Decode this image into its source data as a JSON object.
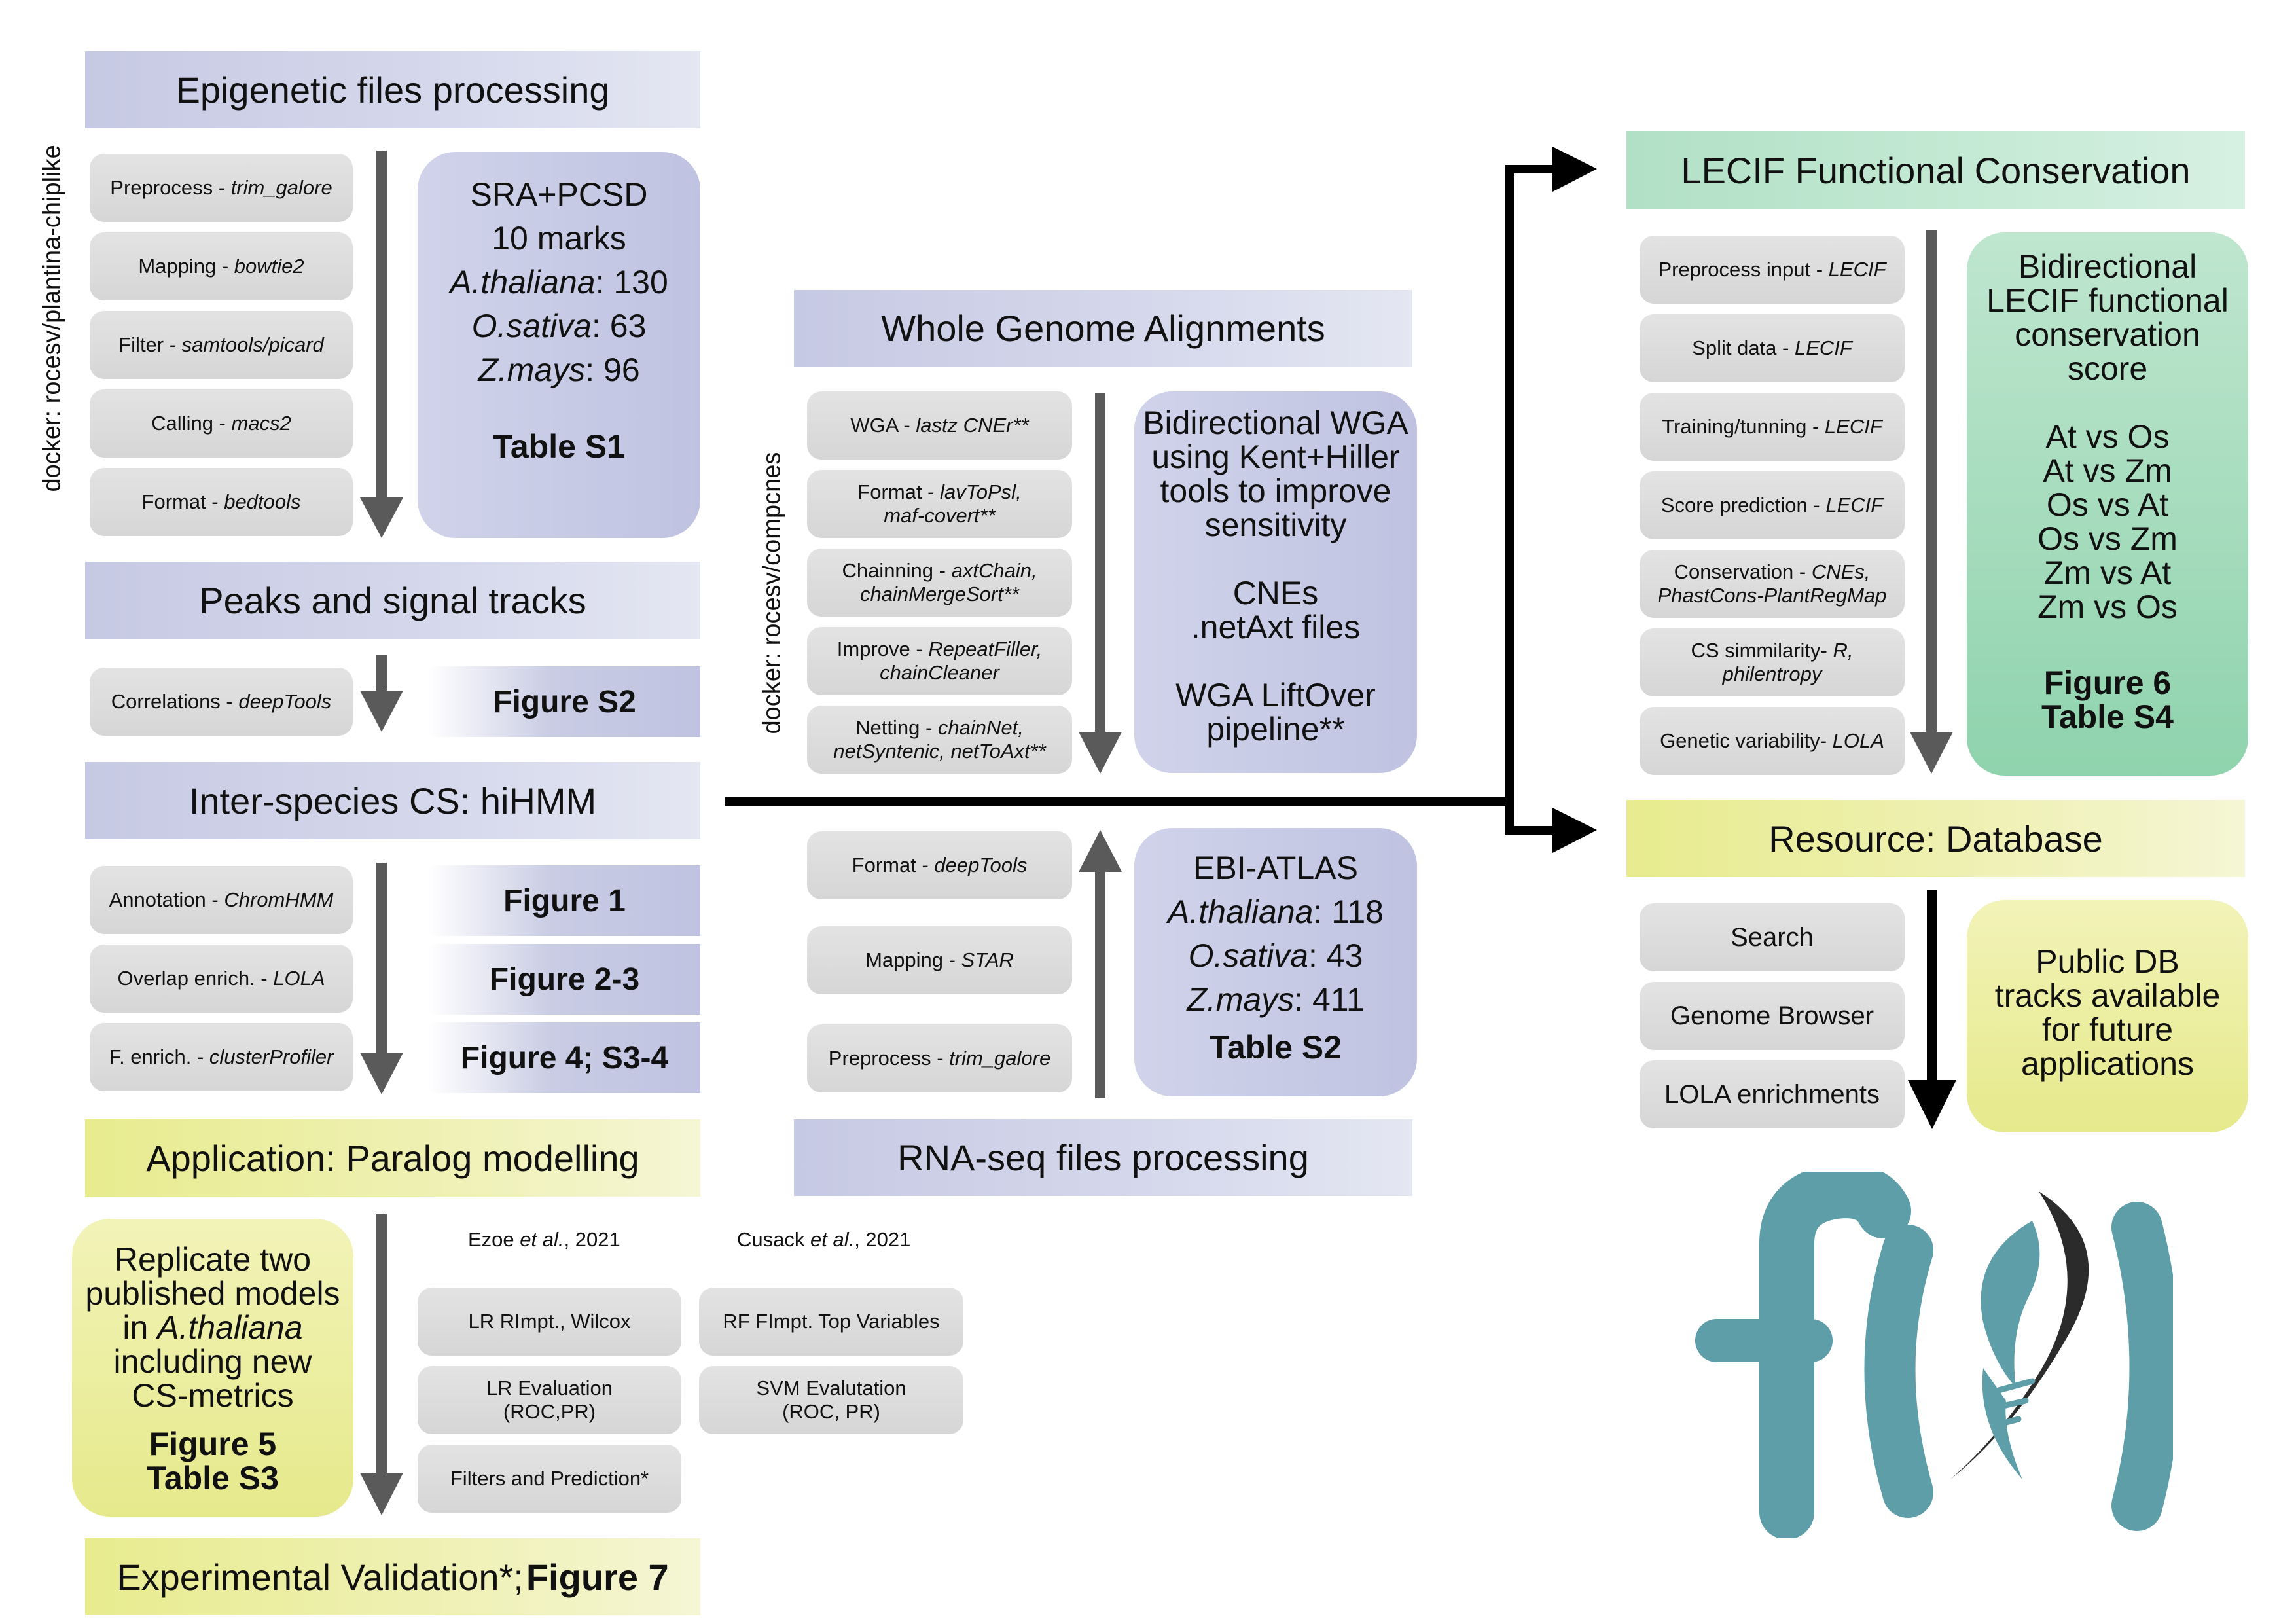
{
  "epigenetic": {
    "header": "Epigenetic files processing",
    "docker": "docker: rocesv/plantina-chiplike",
    "steps": [
      {
        "name": "Preprocess - ",
        "tool": "trim_galore"
      },
      {
        "name": "Mapping - ",
        "tool": "bowtie2"
      },
      {
        "name": "Filter - ",
        "tool": "samtools/picard"
      },
      {
        "name": "Calling - ",
        "tool": "macs2"
      },
      {
        "name": "Format - ",
        "tool": "bedtools"
      }
    ],
    "info": {
      "title": "SRA+PCSD",
      "marks": "10 marks",
      "species": [
        {
          "name": "A.thaliana",
          "count": ": 130"
        },
        {
          "name": "O.sativa",
          "count": ": 63"
        },
        {
          "name": "Z.mays",
          "count": ": 96"
        }
      ],
      "table": "Table S1"
    }
  },
  "peaks": {
    "header": "Peaks and signal tracks",
    "step": {
      "name": "Correlations - ",
      "tool": "deepTools"
    },
    "figure": "Figure S2"
  },
  "interspecies": {
    "header": "Inter-species CS: hiHMM",
    "steps": [
      {
        "name": "Annotation - ",
        "tool": "ChromHMM",
        "figure": "Figure 1"
      },
      {
        "name": "Overlap enrich. - ",
        "tool": "LOLA",
        "figure": "Figure 2-3"
      },
      {
        "name": "F. enrich. - ",
        "tool": "clusterProfiler",
        "figure": "Figure 4; S3-4"
      }
    ]
  },
  "paralog": {
    "header": "Application: Paralog modelling",
    "info": {
      "lines": [
        "Replicate two",
        "published models",
        "in ",
        "including new",
        "CS-metrics"
      ],
      "species": "A.thaliana",
      "figure": "Figure 5",
      "table": "Table S3"
    },
    "ezoe": {
      "author": "Ezoe ",
      "etal": "et al.",
      "year": ", 2021"
    },
    "cusack": {
      "author": "Cusack ",
      "etal": "et al.",
      "year": ", 2021"
    },
    "ezoe_steps": [
      "LR RImpt., Wilcox",
      "LR Evaluation\n(ROC,PR)",
      "Filters and Prediction*"
    ],
    "cusack_steps": [
      "RF FImpt. Top Variables",
      "SVM Evalutation\n(ROC, PR)"
    ]
  },
  "validation": {
    "header": "Experimental Validation*; ",
    "figure": "Figure 7"
  },
  "wga": {
    "header": "Whole Genome Alignments",
    "docker": "docker: rocesv/compcnes",
    "steps": [
      {
        "name": "WGA - ",
        "tool": "lastz CNEr**"
      },
      {
        "name": "Format - ",
        "tool": "lavToPsl,",
        "tool2": "maf-covert**"
      },
      {
        "name": "Chainning - ",
        "tool": "axtChain,",
        "tool2": "chainMergeSort**"
      },
      {
        "name": "Improve - ",
        "tool": "RepeatFiller,",
        "tool2": "chainCleaner"
      },
      {
        "name": "Netting - ",
        "tool": "chainNet,",
        "tool2": "netSyntenic, netToAxt**"
      }
    ],
    "info": [
      "Bidirectional WGA",
      "using Kent+Hiller",
      "tools to improve",
      "sensitivity",
      "",
      "CNEs",
      ".netAxt files",
      "",
      "WGA LiftOver",
      "pipeline**"
    ]
  },
  "rnaseq": {
    "header": "RNA-seq files processing",
    "steps": [
      {
        "name": "Format - ",
        "tool": "deepTools"
      },
      {
        "name": "Mapping - ",
        "tool": "STAR"
      },
      {
        "name": "Preprocess - ",
        "tool": "trim_galore"
      }
    ],
    "info": {
      "title": "EBI-ATLAS",
      "species": [
        {
          "name": "A.thaliana",
          "count": ": 118"
        },
        {
          "name": "O.sativa",
          "count": ": 43"
        },
        {
          "name": "Z.mays",
          "count": ": 411"
        }
      ],
      "table": "Table S2"
    }
  },
  "lecif": {
    "header": "LECIF Functional Conservation",
    "steps": [
      {
        "name": "Preprocess input - ",
        "tool": "LECIF"
      },
      {
        "name": "Split data - ",
        "tool": "LECIF"
      },
      {
        "name": "Training/tunning - ",
        "tool": "LECIF"
      },
      {
        "name": "Score prediction - ",
        "tool": "LECIF"
      },
      {
        "name": "Conservation - ",
        "tool": "CNEs,",
        "tool2": "PhastCons-PlantRegMap"
      },
      {
        "name": "CS simmilarity- ",
        "tool": "R,",
        "tool2": "philentropy"
      },
      {
        "name": "Genetic variability- ",
        "tool": "LOLA"
      }
    ],
    "info": [
      "Bidirectional",
      "LECIF functional",
      "conservation",
      "score",
      "",
      "At vs Os",
      "At vs Zm",
      "Os vs At",
      "Os vs Zm",
      "Zm vs At",
      "Zm vs Os"
    ],
    "figure": "Figure 6",
    "table": "Table S4"
  },
  "resource": {
    "header": "Resource: Database",
    "steps": [
      "Search",
      "Genome Browser",
      "LOLA enrichments"
    ],
    "info": [
      "Public DB",
      "tracks available",
      "for future",
      "applications"
    ]
  },
  "colors": {
    "blue": "#c6c9e3",
    "green": "#b1e0c6",
    "yellow": "#e8eb8e",
    "gray_step": "#dddddd",
    "arrow_gray": "#5a5a5a",
    "logo_teal": "#5e9ea8",
    "logo_dark": "#2b2b2b"
  },
  "icons": [
    "arrow-down-icon",
    "arrow-up-icon",
    "arrow-right-icon",
    "logo-icon"
  ]
}
